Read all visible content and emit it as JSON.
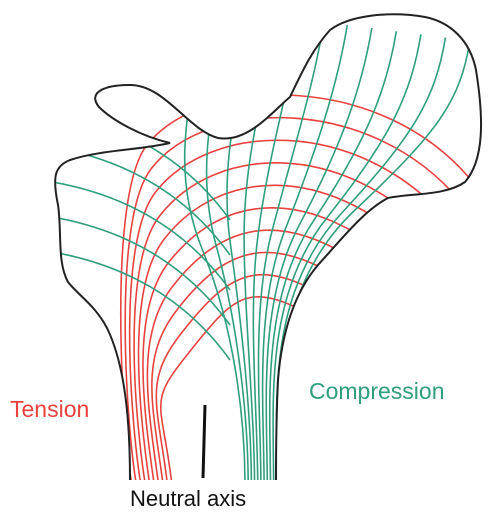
{
  "labels": {
    "tension": "Tension",
    "compression": "Compression",
    "neutral_axis": "Neutral axis"
  },
  "colors": {
    "tension": "#e8423f",
    "compression": "#2f9e7e",
    "outline": "#222222",
    "neutral_axis": "#111111"
  }
}
